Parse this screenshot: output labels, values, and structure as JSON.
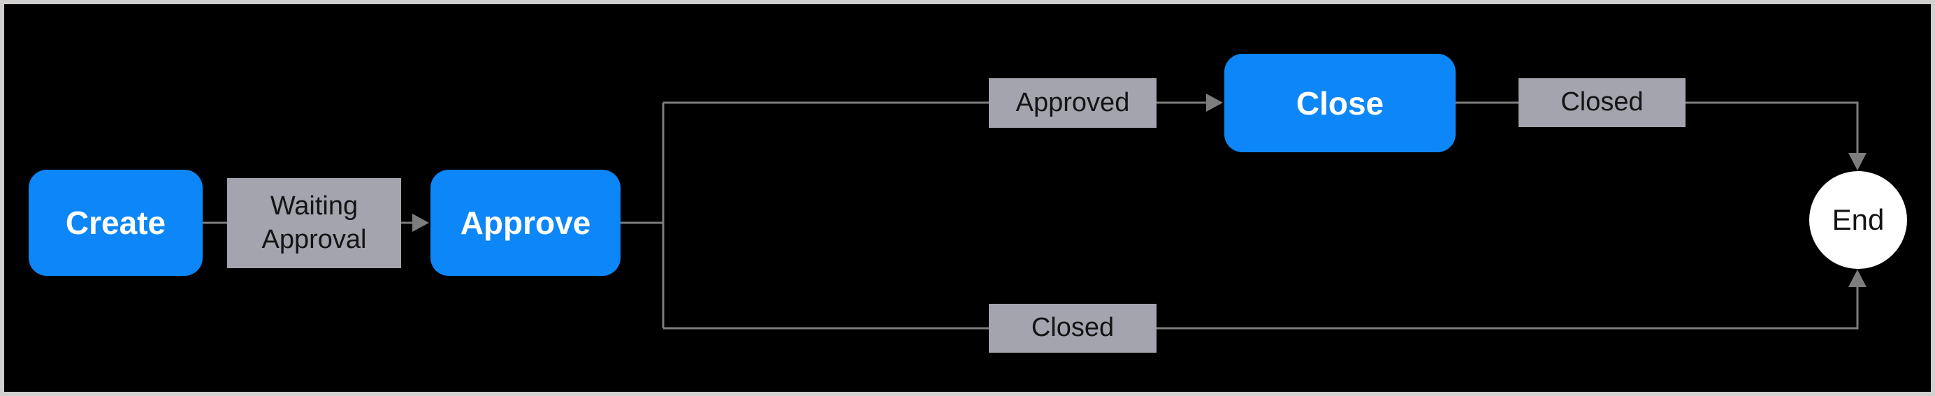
{
  "workflow": {
    "nodes": {
      "create": {
        "label": "Create"
      },
      "approve": {
        "label": "Approve"
      },
      "close": {
        "label": "Close"
      },
      "end": {
        "label": "End"
      }
    },
    "transitions": {
      "waiting_approval": {
        "label": "Waiting Approval"
      },
      "approved": {
        "label": "Approved"
      },
      "closed_top": {
        "label": "Closed"
      },
      "closed_bottom": {
        "label": "Closed"
      }
    },
    "edges": [
      {
        "from": "Create",
        "transition": "Waiting Approval",
        "to": "Approve"
      },
      {
        "from": "Approve",
        "transition": "Approved",
        "to": "Close"
      },
      {
        "from": "Close",
        "transition": "Closed",
        "to": "End"
      },
      {
        "from": "Approve",
        "transition": "Closed",
        "to": "End"
      }
    ],
    "colors": {
      "node_fill": "#0d86f8",
      "node_text": "#ffffff",
      "label_fill": "#a3a4ae",
      "label_text": "#141414",
      "line": "#7d7d7d",
      "end_fill": "#ffffff",
      "end_text": "#141414",
      "canvas_background": "#000000",
      "frame": "#d2d0cf"
    }
  }
}
